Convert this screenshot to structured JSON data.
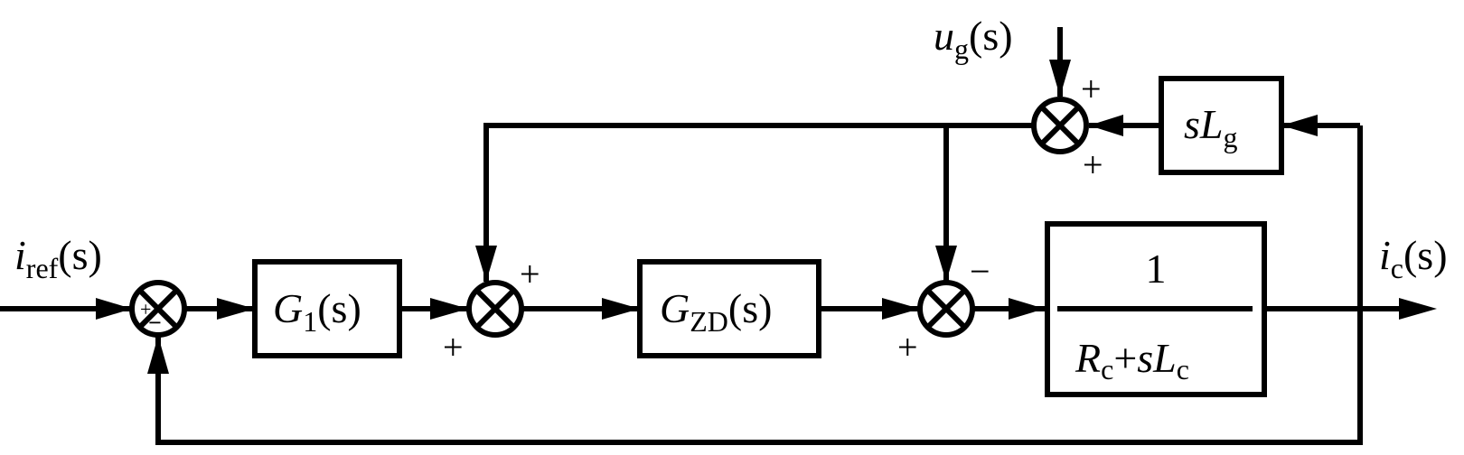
{
  "diagram": {
    "type": "control-block-diagram",
    "signals": {
      "input": {
        "main": "i",
        "sub": "ref",
        "arg": "(s)"
      },
      "output": {
        "main": "i",
        "sub": "c",
        "arg": "(s)"
      },
      "disturbance": {
        "main": "u",
        "sub": "g",
        "arg": "(s)"
      }
    },
    "blocks": {
      "g1": {
        "main": "G",
        "sub": "1",
        "arg": "(s)"
      },
      "gzd": {
        "main": "G",
        "sub": "ZD",
        "arg": "(s)"
      },
      "slg": {
        "pre": "s",
        "main": "L",
        "sub": "g"
      },
      "plant": {
        "numerator": "1",
        "den_r": "R",
        "den_r_sub": "c",
        "den_plus": "+",
        "den_s": "s",
        "den_l": "L",
        "den_l_sub": "c"
      }
    },
    "summing_junctions": {
      "sj1": {
        "signs": [
          "+",
          "−"
        ]
      },
      "sj2": {
        "signs": [
          "+",
          "+"
        ]
      },
      "sj3": {
        "signs": [
          "−",
          "+"
        ]
      },
      "sj4": {
        "signs": [
          "+",
          "+"
        ]
      }
    }
  }
}
